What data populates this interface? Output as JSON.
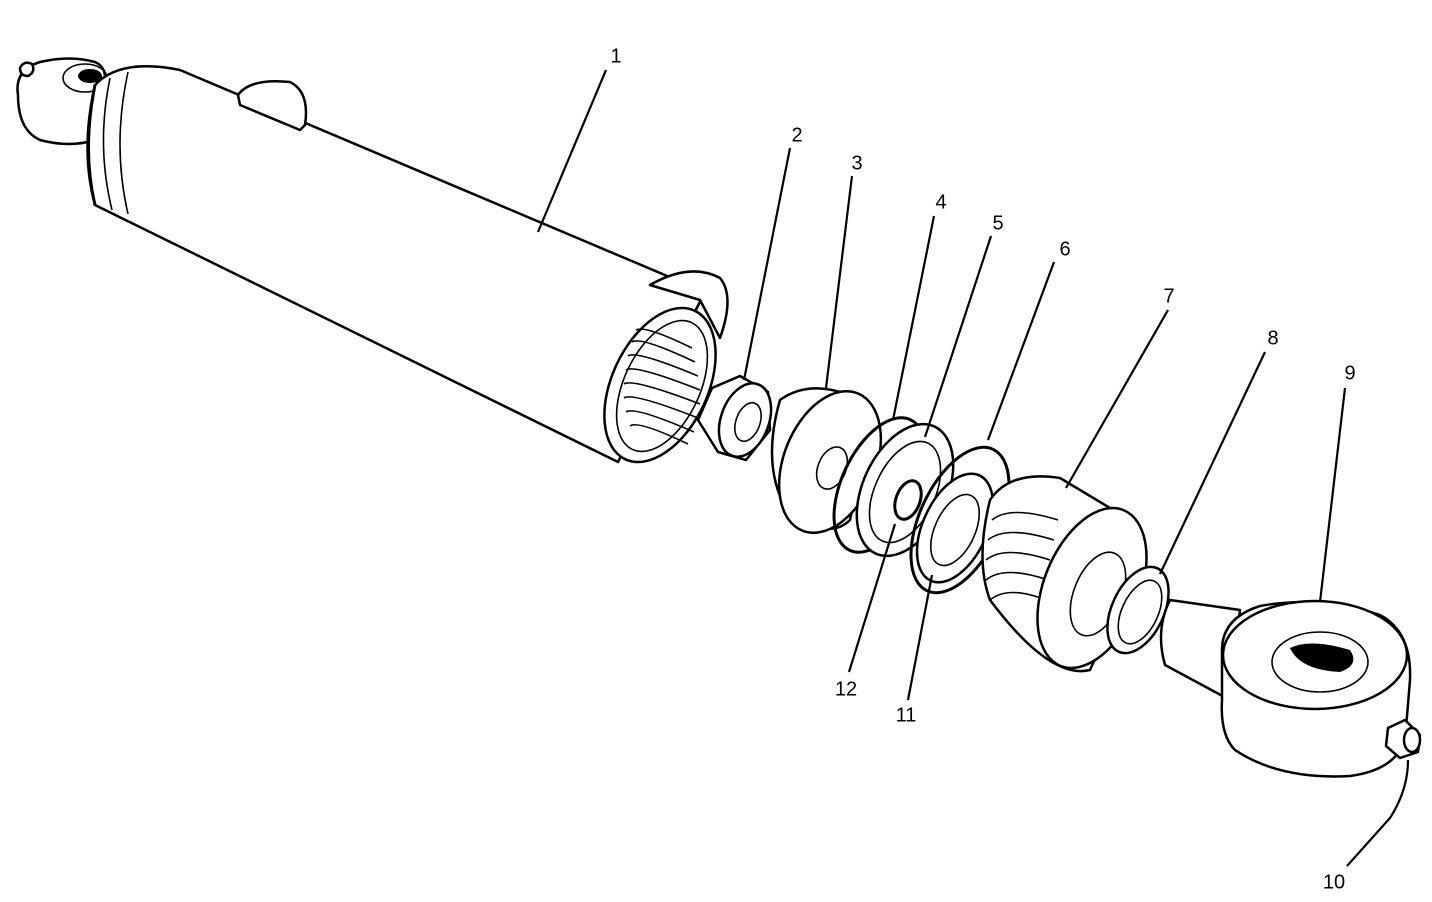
{
  "diagram": {
    "colors": {
      "line": "#000000",
      "background": "#ffffff"
    },
    "callouts": [
      {
        "id": "1",
        "label": "1"
      },
      {
        "id": "2",
        "label": "2"
      },
      {
        "id": "3",
        "label": "3"
      },
      {
        "id": "4",
        "label": "4"
      },
      {
        "id": "5",
        "label": "5"
      },
      {
        "id": "6",
        "label": "6"
      },
      {
        "id": "7",
        "label": "7"
      },
      {
        "id": "8",
        "label": "8"
      },
      {
        "id": "9",
        "label": "9"
      },
      {
        "id": "10",
        "label": "10"
      },
      {
        "id": "11",
        "label": "11"
      },
      {
        "id": "12",
        "label": "12"
      }
    ]
  }
}
